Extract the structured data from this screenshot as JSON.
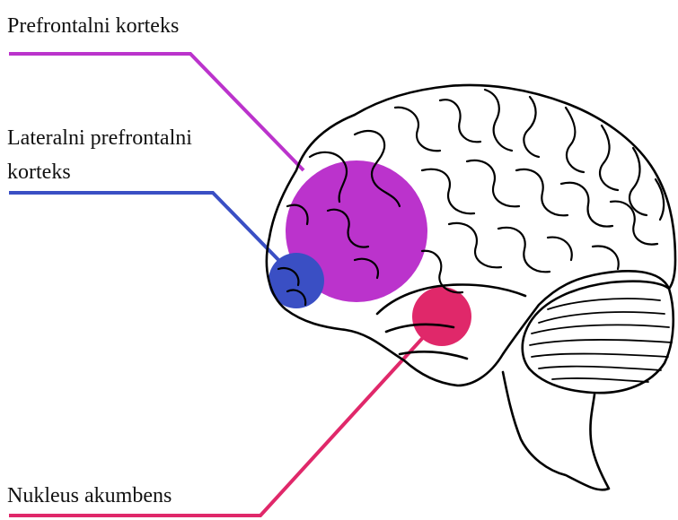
{
  "labels": {
    "prefrontal": "Prefrontalni korteks",
    "lateral_line1": "Lateralni prefrontalni",
    "lateral_line2": "korteks",
    "accumbens": "Nukleus akumbens"
  },
  "colors": {
    "prefrontal": "#bb33cc",
    "lateral": "#3a4fc4",
    "accumbens": "#e0286a",
    "outline": "#000000"
  }
}
